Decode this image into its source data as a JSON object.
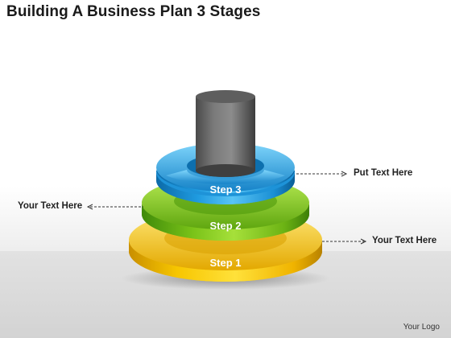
{
  "title": "Building A Business Plan 3 Stages",
  "steps": [
    {
      "label": "Step 1",
      "color": "#f2c200"
    },
    {
      "label": "Step 2",
      "color": "#7cc21a"
    },
    {
      "label": "Step 3",
      "color": "#2aa6e6"
    }
  ],
  "callouts": {
    "top_right": "Put Text Here",
    "middle_left": "Your Text Here",
    "lower_right": "Your Text Here"
  },
  "logo": "Your Logo"
}
